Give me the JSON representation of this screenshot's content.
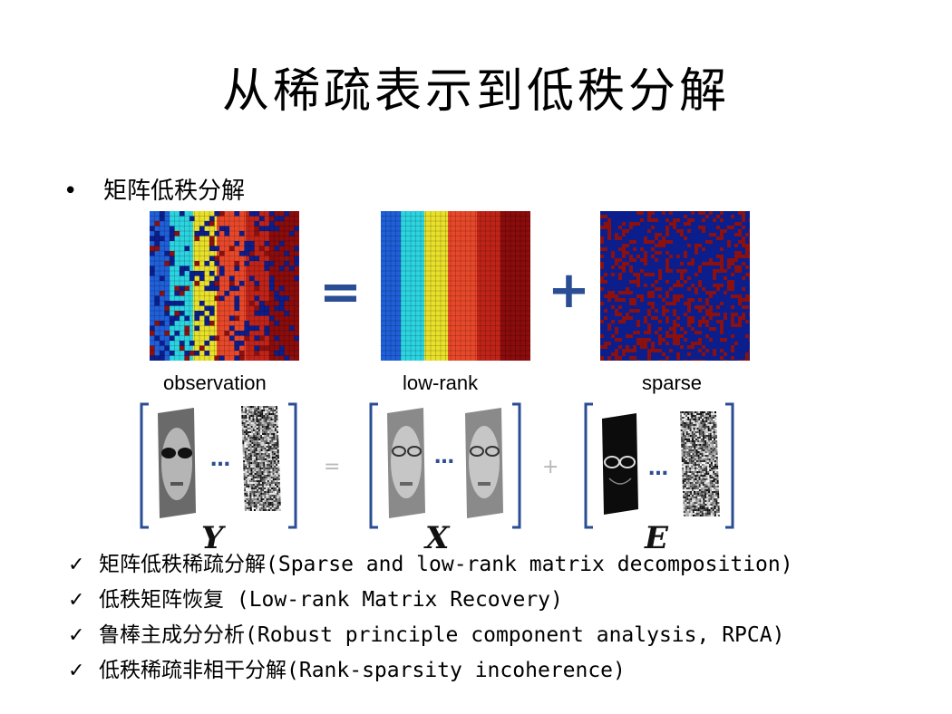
{
  "slide": {
    "title": "从稀疏表示到低秩分解",
    "main_bullet": "矩阵低秩分解",
    "bullet_symbol": "•",
    "check_symbol": "✓",
    "equals_symbol": "=",
    "plus_symbol": "+",
    "ellipsis": "…"
  },
  "figure": {
    "captions": [
      "observation",
      "low-rank",
      "sparse"
    ],
    "matrix_labels": [
      "Y",
      "X",
      "E"
    ]
  },
  "items": [
    "矩阵低秩稀疏分解(Sparse and low-rank matrix decomposition)",
    "低秩矩阵恢复 (Low-rank Matrix Recovery)",
    "鲁棒主成分分析(Robust principle component analysis, RPCA)",
    "低秩稀疏非相干分解(Rank-sparsity incoherence)"
  ],
  "colors": {
    "accent_blue": "#2a4d94",
    "matrix_blue": "#0b1e8c",
    "matrix_red": "#8b1010"
  }
}
